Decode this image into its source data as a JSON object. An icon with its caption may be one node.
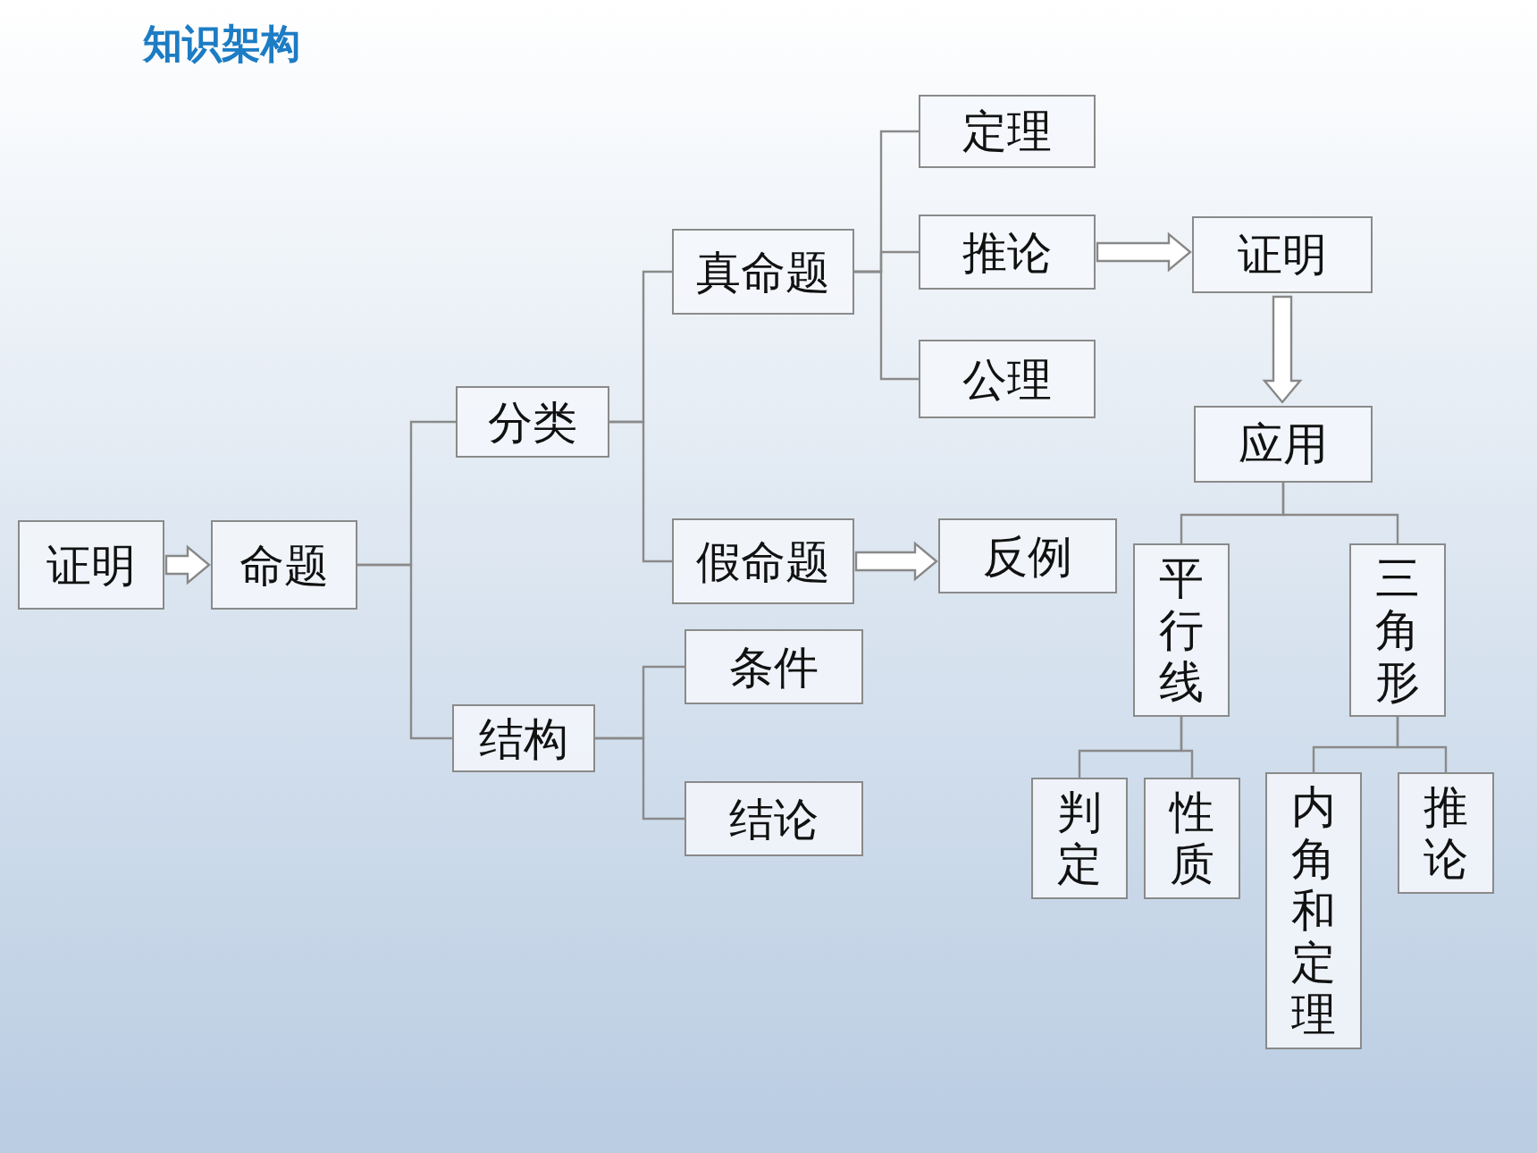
{
  "diagram": {
    "title": "知识架构",
    "nodes": [
      {
        "text": [
          "证明"
        ]
      },
      {
        "text": [
          "命题"
        ]
      },
      {
        "text": [
          "分类"
        ]
      },
      {
        "text": [
          "结构"
        ]
      },
      {
        "text": [
          "真命题"
        ]
      },
      {
        "text": [
          "假命题"
        ]
      },
      {
        "text": [
          "条件"
        ]
      },
      {
        "text": [
          "结论"
        ]
      },
      {
        "text": [
          "定理"
        ]
      },
      {
        "text": [
          "推论"
        ]
      },
      {
        "text": [
          "公理"
        ]
      },
      {
        "text": [
          "证明"
        ]
      },
      {
        "text": [
          "反例"
        ]
      },
      {
        "text": [
          "应用"
        ]
      },
      {
        "text": [
          "平行线"
        ]
      },
      {
        "text": [
          "三角形"
        ]
      },
      {
        "text": [
          "判定"
        ]
      },
      {
        "text": [
          "性质"
        ]
      },
      {
        "text": [
          "内角和定理"
        ]
      },
      {
        "text": [
          "推论"
        ]
      }
    ],
    "edges": [
      {
        "from": 0,
        "to": 1,
        "arrow": "to"
      },
      {
        "from": 1,
        "to": 2,
        "arrow": "none"
      },
      {
        "from": 1,
        "to": 3,
        "arrow": "none"
      },
      {
        "from": 2,
        "to": 4,
        "arrow": "none"
      },
      {
        "from": 2,
        "to": 5,
        "arrow": "none"
      },
      {
        "from": 3,
        "to": 6,
        "arrow": "none"
      },
      {
        "from": 3,
        "to": 7,
        "arrow": "none"
      },
      {
        "from": 4,
        "to": 8,
        "arrow": "none"
      },
      {
        "from": 4,
        "to": 9,
        "arrow": "none"
      },
      {
        "from": 4,
        "to": 10,
        "arrow": "none"
      },
      {
        "from": 9,
        "to": 11,
        "arrow": "to"
      },
      {
        "from": 11,
        "to": 13,
        "arrow": "to"
      },
      {
        "from": 5,
        "to": 12,
        "arrow": "to"
      },
      {
        "from": 13,
        "to": 14,
        "arrow": "none"
      },
      {
        "from": 13,
        "to": 15,
        "arrow": "none"
      },
      {
        "from": 14,
        "to": 16,
        "arrow": "none"
      },
      {
        "from": 14,
        "to": 17,
        "arrow": "none"
      },
      {
        "from": 15,
        "to": 18,
        "arrow": "none"
      },
      {
        "from": 15,
        "to": 19,
        "arrow": "none"
      }
    ]
  }
}
